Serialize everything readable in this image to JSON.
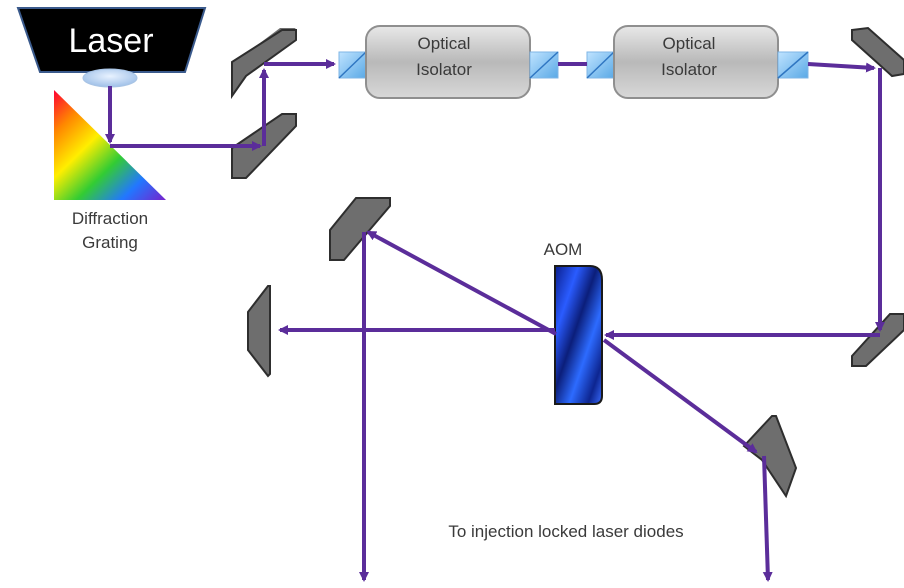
{
  "title": "",
  "labels": {
    "laser": "Laser",
    "isolator_1_line1": "Optical",
    "isolator_1_line2": "Isolator",
    "isolator_2_line1": "Optical",
    "isolator_2_line2": "Isolator",
    "grating_line1": "Diffraction",
    "grating_line2": "Grating",
    "aom": "AOM",
    "output": "To injection locked laser diodes"
  },
  "colors": {
    "beam": "#5b2d9a",
    "mirror": "#6e6e6e",
    "laser_box": "#000000",
    "isolator_body": "#c8c8c8",
    "aom_crystal": "#1a3ccc"
  }
}
